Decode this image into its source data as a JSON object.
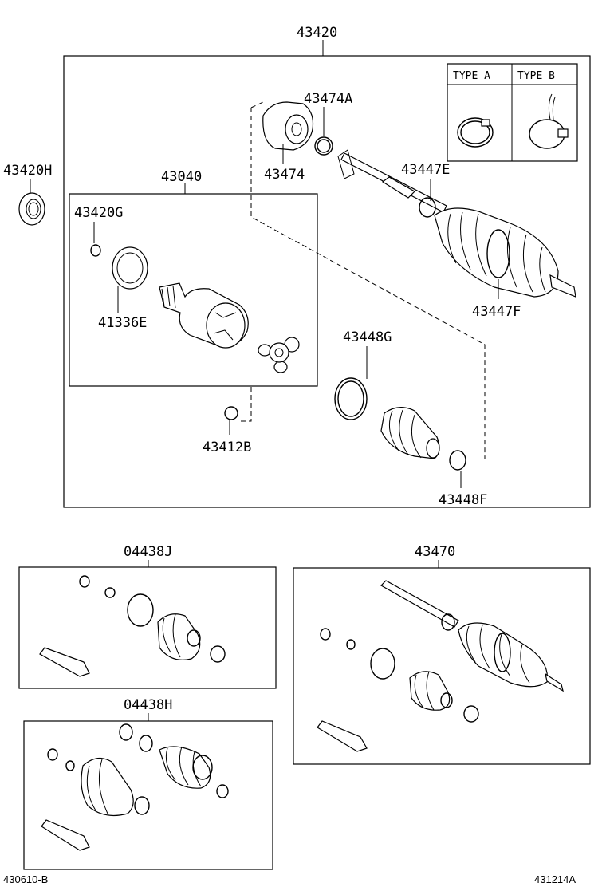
{
  "labels": {
    "p43420": "43420",
    "p43420H": "43420H",
    "p43040": "43040",
    "p43420G": "43420G",
    "p41336E": "41336E",
    "p43474": "43474",
    "p43474A": "43474A",
    "p43447E": "43447E",
    "p43447F": "43447F",
    "p43448G": "43448G",
    "p43412B": "43412B",
    "p43448F": "43448F",
    "p04438J": "04438J",
    "p04438H": "04438H",
    "p43470": "43470",
    "typeA": "TYPE A",
    "typeB": "TYPE B"
  },
  "footer": {
    "left": "430610-B",
    "right": "431214A"
  }
}
